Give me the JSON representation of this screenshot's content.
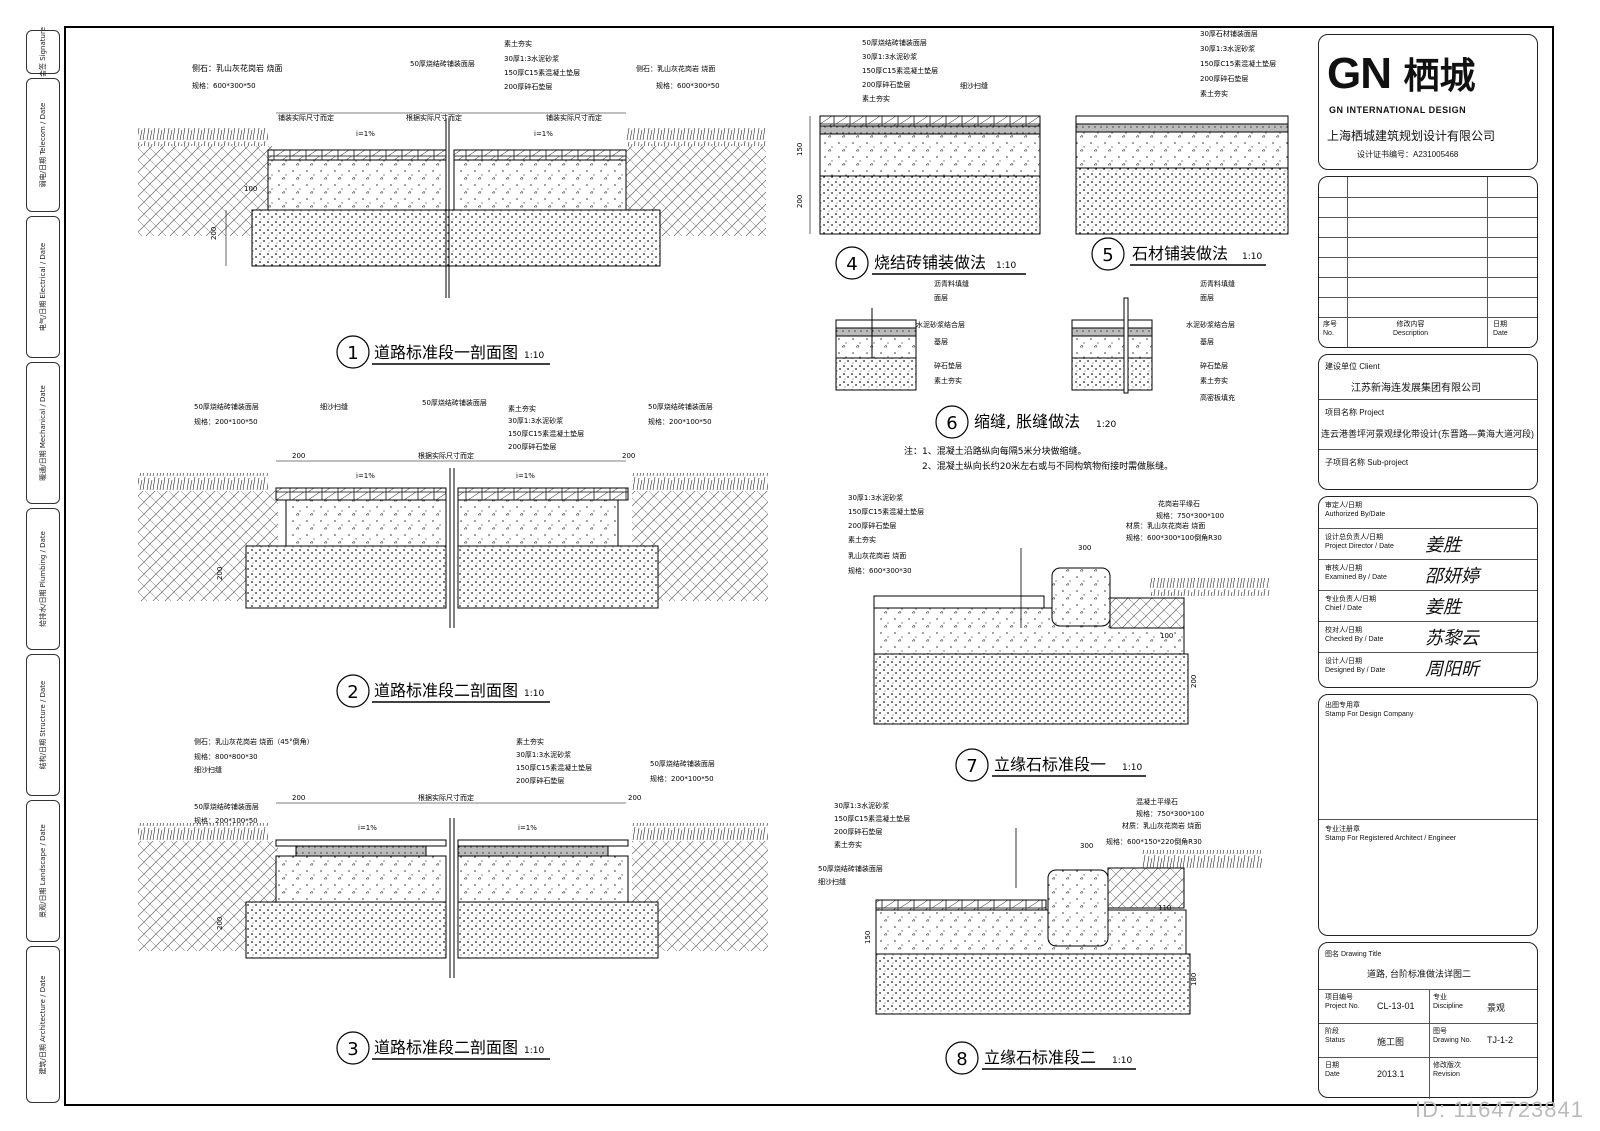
{
  "side_tabs": [
    {
      "label": "会签 Signature"
    },
    {
      "label": "弱电/日期 Telecom / Date"
    },
    {
      "label": "电气/日期 Electrical / Date"
    },
    {
      "label": "暖通/日期 Mechanical / Date"
    },
    {
      "label": "给排水/日期 Plumbing / Date"
    },
    {
      "label": "结构/日期 Structure / Date"
    },
    {
      "label": "景观/日期 Landscape / Date"
    },
    {
      "label": "建筑/日期 Architecture / Date"
    }
  ],
  "details": {
    "d1": {
      "num": "1",
      "title": "道路标准段一剖面图",
      "scale": "1:10"
    },
    "d2": {
      "num": "2",
      "title": "道路标准段二剖面图",
      "scale": "1:10"
    },
    "d3": {
      "num": "3",
      "title": "道路标准段二剖面图",
      "scale": "1:10"
    },
    "d4": {
      "num": "4",
      "title": "烧结砖铺装做法",
      "scale": "1:10"
    },
    "d5": {
      "num": "5",
      "title": "石材铺装做法",
      "scale": "1:10"
    },
    "d6": {
      "num": "6",
      "title": "缩缝, 胀缝做法",
      "scale": "1:20"
    },
    "d7": {
      "num": "7",
      "title": "立缘石标准段一",
      "scale": "1:10"
    },
    "d8": {
      "num": "8",
      "title": "立缘石标准段二",
      "scale": "1:10"
    }
  },
  "notes": {
    "n1": "注：1、混凝土沿路纵向每隔5米分块做缩缝。",
    "n2": "2、混凝土纵向长约20米左右或与不同构筑物衔接时需做胀缝。"
  },
  "labels": {
    "d1_left": "侧石：乳山灰花岗岩 烧面",
    "d1_left_spec": "规格：600*300*50",
    "d1_right": "侧石：乳山灰花岗岩 烧面",
    "d1_right_spec": "规格：600*300*50",
    "d1_top": "50厚烧结砖铺装面层",
    "d1_layers": [
      "素土夯实",
      "30厚1:3水泥砂浆",
      "150厚C15素混凝土垫层",
      "200厚碎石垫层"
    ],
    "d1_dim_a": "铺装实际尺寸而定",
    "d1_dim_b": "根据实际尺寸而定",
    "slope": "i=1%",
    "dim_100": "100",
    "dim_200": "200",
    "dim_150": "150",
    "dim_300": "300",
    "dim_110": "110",
    "dim_180": "180",
    "d2_left": "50厚烧结砖铺装面层",
    "d2_left_spec": "规格：200*100*50",
    "d2_mid": "细沙扫缝",
    "d2_top": "50厚烧结砖铺装面层",
    "d2_right": "50厚烧结砖铺装面层",
    "d2_right_spec": "规格：200*100*50",
    "d3_top_left": "侧石：乳山灰花岗岩 烧面（45°倒角）",
    "d3_top_left_spec": "规格：800*800*30",
    "d3_sand": "细沙扫缝",
    "d3_left": "50厚烧结砖铺装面层",
    "d3_left_spec": "规格：200*100*50",
    "d3_right": "50厚烧结砖铺装面层",
    "d3_right_spec": "规格：200*100*50",
    "d4_layers": [
      "50厚烧结砖铺装面层",
      "30厚1:3水泥砂浆",
      "150厚C15素混凝土垫层",
      "200厚碎石垫层",
      "素土夯实"
    ],
    "d4_sand": "细沙扫缝",
    "d5_layers": [
      "30厚石材铺装面层",
      "30厚1:3水泥砂浆",
      "150厚C15素混凝土垫层",
      "200厚碎石垫层",
      "素土夯实"
    ],
    "d6a_layers": [
      "沥青料填缝",
      "面层",
      "水泥砂浆结合层",
      "基层",
      "碎石垫层",
      "素土夯实"
    ],
    "d6b_layers": [
      "沥青料填缝",
      "面层",
      "水泥砂浆结合层",
      "基层",
      "碎石垫层",
      "素土夯实",
      "高密板填充"
    ],
    "d7_layers": [
      "30厚1:3水泥砂浆",
      "150厚C15素混凝土垫层",
      "200厚碎石垫层",
      "素土夯实"
    ],
    "d7_stone": "乳山灰花岗岩 烧面",
    "d7_stone_spec": "规格：600*300*30",
    "d7_curb": "花岗岩平缘石",
    "d7_curb_spec": "规格：750*300*100",
    "d7_curb_mat": "材质：乳山灰花岗岩 烧面",
    "d7_curb_spec2": "规格：600*300*100倒角R30",
    "d8_layers": [
      "30厚1:3水泥砂浆",
      "150厚C15素混凝土垫层",
      "200厚碎石垫层",
      "素土夯实"
    ],
    "d8_brick": "50厚烧结砖铺装面层",
    "d8_sand": "细沙扫缝",
    "d8_curb": "混凝土平缘石",
    "d8_curb_spec": "规格：750*300*100",
    "d8_curb_mat": "材质：乳山灰花岗岩 烧面",
    "d8_curb_spec2": "规格：600*150*220倒角R30"
  },
  "title_block": {
    "logo_letters": "GN",
    "logo_cn": "栖城",
    "logo_en": "GN INTERNATIONAL DESIGN",
    "company": "上海栖城建筑规划设计有限公司",
    "cert": "设计证书编号：A231005468",
    "rev_no": "序号\nNo.",
    "rev_desc": "修改内容\nDescription",
    "rev_date": "日期\nDate",
    "client_label": "建设单位 Client",
    "client": "江苏新海连发展集团有限公司",
    "project_label": "项目名称 Project",
    "project": "连云港善坪河景观绿化带设计(东晋路—黄海大道河段)",
    "subproject_label": "子项目名称 Sub-project",
    "authorized": "审定人/日期\nAuthorized By/Date",
    "director": "设计总负责人/日期\nProject Director / Date",
    "examined": "审核人/日期\nExamined By / Date",
    "chief": "专业负责人/日期\nChief / Date",
    "checked": "校对人/日期\nChecked By / Date",
    "designed": "设计人/日期\nDesigned By / Date",
    "sig1": "姜胜",
    "sig2": "邵妍婷",
    "sig3": "姜胜",
    "sig4": "苏黎云",
    "sig5": "周阳昕",
    "stamp_company": "出图专用章\nStamp For Design Company",
    "stamp_arch": "专业注册章\nStamp For Registered Architect / Engineer",
    "drawing_title_label": "图名 Drawing Title",
    "drawing_title": "道路, 台阶标准做法详图二",
    "project_no_label": "项目编号\nProject No.",
    "project_no": "CL-13-01",
    "discipline_label": "专业\nDiscipline",
    "discipline": "景观",
    "status_label": "阶段\nStatus",
    "status": "施工图",
    "drawing_no_label": "图号\nDrawing No.",
    "drawing_no": "TJ-1-2",
    "date_label": "日期\nDate",
    "date": "2013.1",
    "revision_label": "修改版次\nRevision"
  },
  "watermark": "ID: 1164723841"
}
